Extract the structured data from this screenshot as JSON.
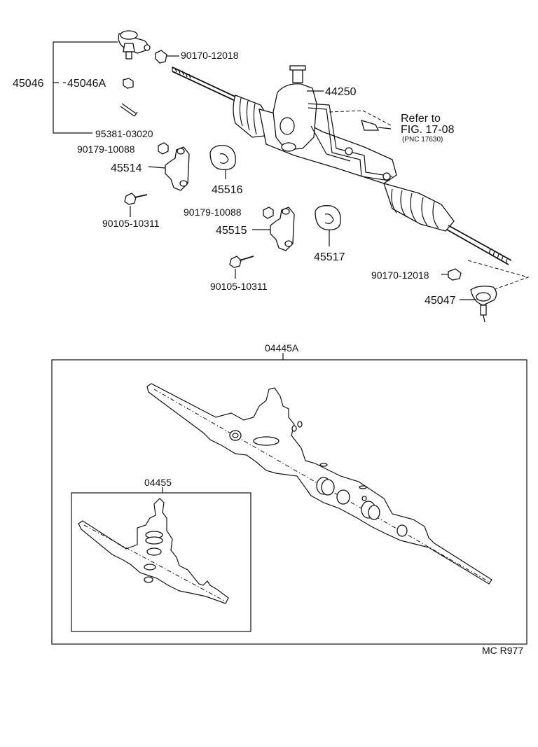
{
  "labels": {
    "p45046": "45046",
    "p45046a": "45046A",
    "p90170_top": "90170-12018",
    "p44250": "44250",
    "p95381": "95381-03020",
    "refer_line1": "Refer to",
    "refer_line2": "FIG. 17-08",
    "refer_line3": "(PNC 17630)",
    "p90179_a": "90179-10088",
    "p45514": "45514",
    "p45516": "45516",
    "p90105_a": "90105-10311",
    "p90179_b": "90179-10088",
    "p45515": "45515",
    "p45517": "45517",
    "p90105_b": "90105-10311",
    "p90170_bottom": "90170-12018",
    "p45047": "45047",
    "kit_04445a": "04445A",
    "kit_04455": "04455",
    "footer_code": "MC R977"
  }
}
